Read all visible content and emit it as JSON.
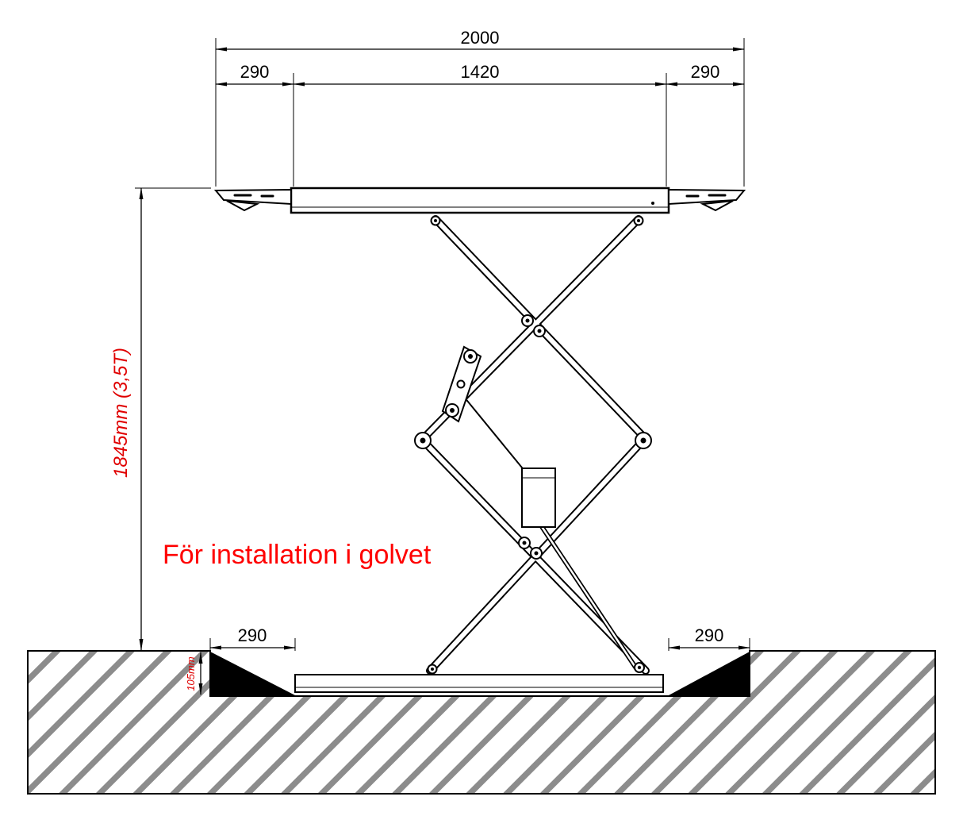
{
  "drawing": {
    "top_dimensions": {
      "overall_width": "2000",
      "left_overhang": "290",
      "platform_length": "1420",
      "right_overhang": "290"
    },
    "side_dimension": {
      "lift_height": "1845mm (3,5T)"
    },
    "note": "För installation i golvet",
    "pit_dimensions": {
      "left_ramp": "290",
      "right_ramp": "290",
      "depth": "105mm"
    },
    "colors": {
      "line": "#000000",
      "annotation": "#ff0000",
      "hatch": "#8c8c8c",
      "background": "#ffffff"
    }
  }
}
